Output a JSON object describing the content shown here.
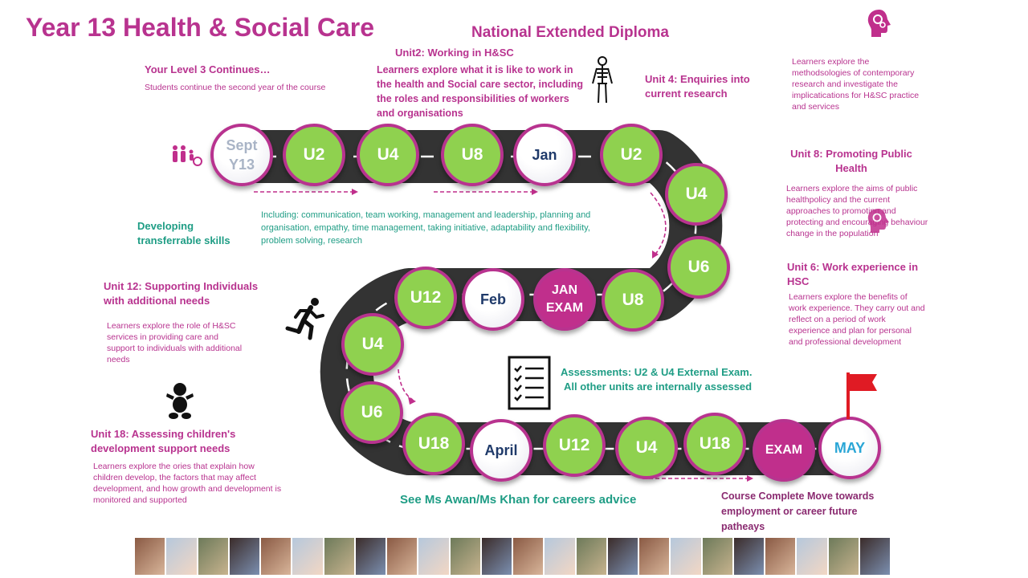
{
  "header": {
    "title": "Year 13 Health & Social Care",
    "subtitle": "National Extended Diploma"
  },
  "intro": {
    "heading": "Your Level 3 Continues…",
    "text": "Students continue the second year of the course"
  },
  "unit2": {
    "heading": "Unit2:  Working in H&SC",
    "text": "Learners explore what it is like to work in the health and Social care sector, including the roles and responsibilities of workers and organisations"
  },
  "unit4": {
    "heading": "Unit 4: Enquiries into current research",
    "text": "Learners explore the methodsologies of contemporary research and investigate the implicatications for H&SC practice and services"
  },
  "unit8": {
    "heading": "Unit 8: Promoting Public Health",
    "text": "Learners explore the aims of public healthpolicy and the current approaches to promoting and protecting and encouraging behaviour change in the population"
  },
  "unit6": {
    "heading": "Unit 6: Work experience in HSC",
    "text": "Learners explore the benefits of work experience. They carry out and reflect on a period of work experience and plan for personal and professional development"
  },
  "unit12": {
    "heading": "Unit 12: Supporting Individuals with additional needs",
    "text": "Learners explore the role of H&SC services in providing care and support to individuals with additional needs"
  },
  "unit18": {
    "heading": "Unit 18: Assessing children's development support needs",
    "text": "Learners explore the ories that explain how children develop, the factors that may affect development, and how growth and development is monitored and supported"
  },
  "skills": {
    "heading": "Developing transferrable skills",
    "text": "Including: communication, team working, management and leadership, planning and organisation, empathy, time management, taking initiative, adaptability and flexibility, problem solving, research"
  },
  "assessments": {
    "line1": "Assessments: U2 & U4 External Exam.",
    "line2": "All other units are internally assessed"
  },
  "careers": "See Ms Awan/Ms Khan for careers advice",
  "complete": "Course Complete Move towards employment or career future patheays",
  "nodes": {
    "n1": "Sept Y13",
    "n2": "U2",
    "n3": "U4",
    "n4": "U8",
    "n5": "Jan",
    "n6": "U2",
    "n7": "U4",
    "n8": "U6",
    "n9": "U8",
    "n10": "JAN EXAM",
    "n11": "Feb",
    "n12": "U12",
    "n13": "U4",
    "n14": "U6",
    "n15": "U18",
    "n16": "April",
    "n17": "U12",
    "n18": "U4",
    "n19": "U18",
    "n20": "EXAM",
    "n21": "MAY"
  },
  "icons": {
    "family": "family-icon",
    "skeleton": "skeleton-icon",
    "head_gears": "head-gears-icon",
    "runner": "runner-icon",
    "baby": "baby-icon",
    "checklist": "checklist-icon",
    "flag": "finish-flag-icon"
  },
  "colors": {
    "magenta": "#b8338f",
    "teal": "#1f9d85",
    "green": "#8fd14f",
    "road": "#333333",
    "flag": "#e01b24"
  }
}
